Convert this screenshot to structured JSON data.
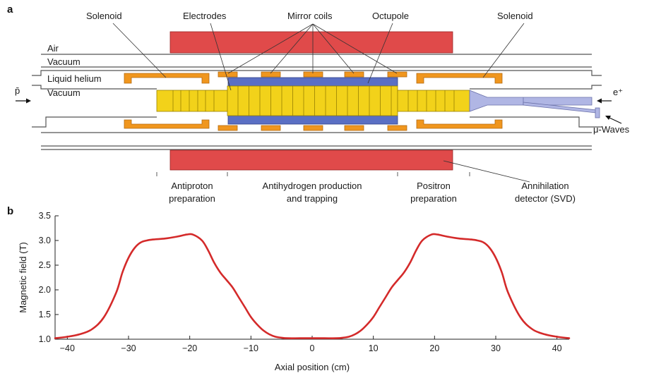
{
  "panel_a": {
    "label": "a",
    "callouts": {
      "solenoid_left": "Solenoid",
      "electrodes": "Electrodes",
      "mirror_coils": "Mirror coils",
      "octupole": "Octupole",
      "solenoid_right": "Solenoid"
    },
    "regions": {
      "air": "Air",
      "vacuum_outer": "Vacuum",
      "liquid_helium": "Liquid helium",
      "vacuum_inner": "Vacuum"
    },
    "beams": {
      "antiproton": "p̄",
      "positron": "e⁺",
      "microwaves": "μ-Waves"
    },
    "sections": {
      "antiproton_prep": [
        "Antiproton",
        "preparation"
      ],
      "antihydrogen": [
        "Antihydrogen production",
        "and trapping"
      ],
      "positron_prep": [
        "Positron",
        "preparation"
      ],
      "detector": [
        "Annihilation",
        "detector (SVD)"
      ]
    },
    "colors": {
      "solenoid": "#f0961e",
      "electrodes": "#f2d21a",
      "octupole": "#5a6fc4",
      "detector": "#e04a4a",
      "positron_line": "#b0b6e4"
    }
  },
  "panel_b": {
    "label": "b"
  },
  "chart_data": {
    "type": "line",
    "title": "",
    "xlabel": "Axial position (cm)",
    "ylabel": "Magnetic field (T)",
    "xlim": [
      -42,
      42
    ],
    "ylim": [
      1.0,
      3.5
    ],
    "xticks": [
      -40,
      -30,
      -20,
      -10,
      0,
      10,
      20,
      30,
      40
    ],
    "yticks": [
      1.0,
      1.5,
      2.0,
      2.5,
      3.0,
      3.5
    ],
    "xtick_labels": [
      "−40",
      "−30",
      "−20",
      "−10",
      "0",
      "10",
      "20",
      "30",
      "40"
    ],
    "ytick_labels": [
      "1.0",
      "1.5",
      "2.0",
      "2.5",
      "3.0",
      "3.5"
    ],
    "grid": false,
    "color": "#d42a2a",
    "series": [
      {
        "x": [
          -42,
          -40,
          -38,
          -36,
          -34,
          -32,
          -31,
          -30,
          -29,
          -28,
          -27,
          -26,
          -24,
          -22,
          -20.5,
          -19.5,
          -18,
          -17,
          -16,
          -15,
          -14,
          -13,
          -12,
          -11,
          -10,
          -9,
          -8,
          -7,
          -6,
          -5,
          -4,
          -2,
          0,
          2,
          4,
          5,
          6,
          7,
          8,
          9,
          10,
          11,
          12,
          13,
          14,
          15,
          16,
          17,
          18,
          19.5,
          20.5,
          22,
          24,
          26,
          27,
          28,
          29,
          30,
          31,
          32,
          34,
          36,
          38,
          40,
          42
        ],
        "y": [
          1.02,
          1.05,
          1.1,
          1.2,
          1.45,
          1.95,
          2.35,
          2.65,
          2.85,
          2.96,
          3.0,
          3.02,
          3.04,
          3.08,
          3.12,
          3.12,
          3.0,
          2.8,
          2.55,
          2.35,
          2.2,
          2.05,
          1.85,
          1.65,
          1.45,
          1.3,
          1.18,
          1.1,
          1.05,
          1.03,
          1.02,
          1.02,
          1.02,
          1.02,
          1.02,
          1.03,
          1.05,
          1.1,
          1.18,
          1.3,
          1.45,
          1.65,
          1.85,
          2.05,
          2.2,
          2.35,
          2.55,
          2.8,
          3.0,
          3.12,
          3.12,
          3.08,
          3.04,
          3.02,
          3.0,
          2.96,
          2.85,
          2.65,
          2.35,
          1.95,
          1.45,
          1.2,
          1.1,
          1.05,
          1.02
        ]
      }
    ]
  }
}
